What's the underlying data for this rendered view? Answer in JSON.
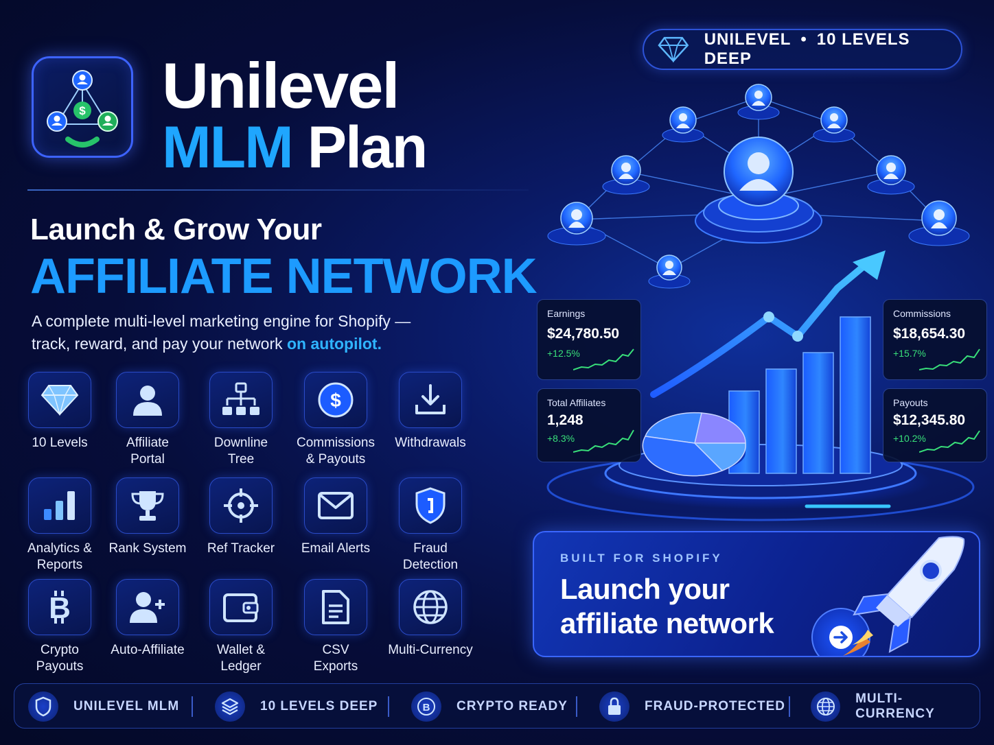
{
  "hero": {
    "title_line1": "Unilevel",
    "title_line2_accent": "MLM",
    "title_line2_rest": "Plan",
    "tagline_line1": "Launch & Grow Your",
    "tagline_line2": "AFFILIATE NETWORK",
    "description_line1": "A complete multi-level marketing engine for Shopify —",
    "description_line2_pre": "track, reward, and pay your network",
    "description_line2_highlight": "on autopilot."
  },
  "badge": {
    "label_a": "UNILEVEL",
    "separator": "•",
    "label_b": "10 LEVELS DEEP",
    "icon": "diamond-icon"
  },
  "features": [
    {
      "label": "10 Levels",
      "icon": "diamond-icon"
    },
    {
      "label": "Affiliate Portal",
      "icon": "user-icon"
    },
    {
      "label": "Downline Tree",
      "icon": "hierarchy-icon"
    },
    {
      "label": "Commissions & Payouts",
      "icon": "dollar-icon"
    },
    {
      "label": "Withdrawals",
      "icon": "download-icon"
    },
    {
      "label": "Analytics & Reports",
      "icon": "bar-chart-icon"
    },
    {
      "label": "Rank System",
      "icon": "trophy-icon"
    },
    {
      "label": "Ref Tracker",
      "icon": "crosshair-icon"
    },
    {
      "label": "Email Alerts",
      "icon": "mail-icon"
    },
    {
      "label": "Fraud Detection",
      "icon": "shield-icon"
    },
    {
      "label": "Crypto Payouts",
      "icon": "bitcoin-icon"
    },
    {
      "label": "Auto-Affiliate",
      "icon": "user-plus-icon"
    },
    {
      "label": "Wallet & Ledger",
      "icon": "wallet-icon"
    },
    {
      "label": "CSV Exports",
      "icon": "document-icon"
    },
    {
      "label": "Multi-Currency",
      "icon": "globe-icon"
    }
  ],
  "stats": {
    "earnings": {
      "label": "Earnings",
      "value": "$24,780.50",
      "delta": "+12.5%"
    },
    "commissions": {
      "label": "Commissions",
      "value": "$18,654.30",
      "delta": "+15.7%"
    },
    "affiliates": {
      "label": "Total Affiliates",
      "value": "1,248",
      "delta": "+8.3%"
    },
    "payouts": {
      "label": "Payouts",
      "value": "$12,345.80",
      "delta": "+10.2%"
    }
  },
  "cta": {
    "kicker": "BUILT FOR SHOPIFY",
    "headline_line1": "Launch your",
    "headline_line2": "affiliate network"
  },
  "bottom_bar": [
    {
      "label": "UNILEVEL MLM",
      "icon": "shield-icon"
    },
    {
      "label": "10 LEVELS DEEP",
      "icon": "layers-icon"
    },
    {
      "label": "CRYPTO READY",
      "icon": "bitcoin-icon"
    },
    {
      "label": "FRAUD-PROTECTED",
      "icon": "lock-icon"
    },
    {
      "label": "MULTI-CURRENCY",
      "icon": "globe-icon"
    }
  ],
  "colors": {
    "accent_blue": "#1d9bff",
    "highlight_cyan": "#2fb4ff",
    "positive_green": "#39e07a",
    "background_navy": "#060d3a"
  }
}
